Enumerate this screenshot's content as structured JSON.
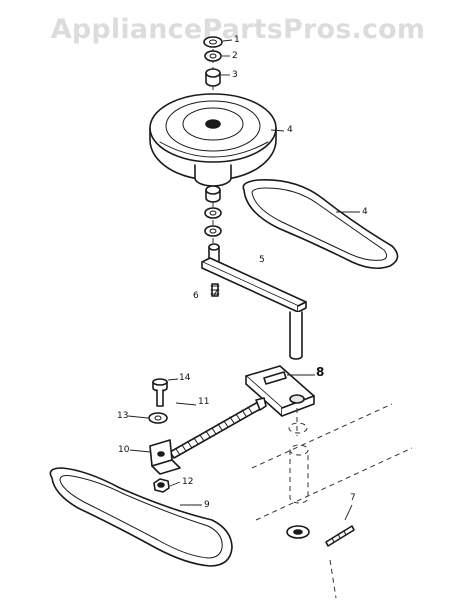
{
  "watermark": "AppliancePartsPros.com",
  "callouts": [
    "1",
    "2",
    "3",
    "4",
    "4",
    "5",
    "6",
    "8",
    "11",
    "14",
    "13",
    "10",
    "12",
    "9",
    "7"
  ]
}
